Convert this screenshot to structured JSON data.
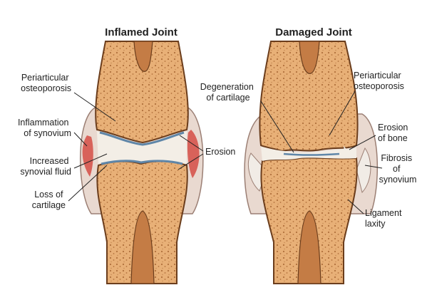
{
  "panels": {
    "inflamed": {
      "title": "Inflamed Joint"
    },
    "damaged": {
      "title": "Damaged Joint"
    }
  },
  "labels": {
    "periarticular_osteoporosis_left": [
      "Periarticular",
      "osteoporosis"
    ],
    "inflammation_of_synovium": [
      "Inflammation",
      "of synovium"
    ],
    "increased_synovial_fluid": [
      "Increased",
      "synovial fluid"
    ],
    "loss_of_cartilage": [
      "Loss of",
      "cartilage"
    ],
    "erosion": [
      "Erosion"
    ],
    "degeneration_of_cartilage": [
      "Degeneration",
      "of cartilage"
    ],
    "periarticular_osteoporosis_right": [
      "Periarticular",
      "osteoporosis"
    ],
    "erosion_of_bone": [
      "Erosion",
      "of bone"
    ],
    "fibrosis_of_synovium": [
      "Fibrosis",
      "of",
      "synovium"
    ],
    "ligament_laxity": [
      "Ligament",
      "laxity"
    ]
  },
  "colors": {
    "bone_fill": "#e8b077",
    "bone_outline": "#6b3d1c",
    "bone_speckle": "#b0703c",
    "marrow_dark": "#c47c45",
    "joint_space": "#f3eee6",
    "cartilage": "#5f86a8",
    "synovium_inflamed": "#d8625a",
    "capsule": "#e9d9d0",
    "capsule_outline": "#9b7f74"
  }
}
